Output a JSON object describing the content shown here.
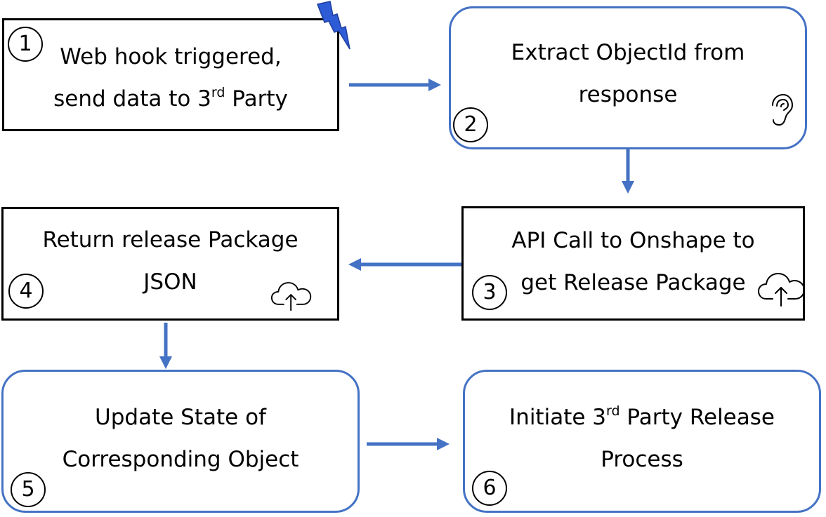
{
  "steps": [
    {
      "number": "1",
      "line1": "Web hook triggered,",
      "line2_pre": "send data to 3",
      "line2_sup": "rd",
      "line2_post": " Party"
    },
    {
      "number": "2",
      "line1": "Extract ObjectId from",
      "line2": "response"
    },
    {
      "number": "3",
      "line1": "API Call to Onshape to",
      "line2": "get Release Package"
    },
    {
      "number": "4",
      "line1": "Return release Package",
      "line2": "JSON"
    },
    {
      "number": "5",
      "line1": "Update State of",
      "line2": "Corresponding Object"
    },
    {
      "number": "6",
      "line1_pre": "Initiate 3",
      "line1_sup": "rd",
      "line1_post": " Party Release",
      "line2": "Process"
    }
  ],
  "icons": {
    "step1": "lightning-icon",
    "step2": "ear-icon",
    "step3": "cloud-upload-icon",
    "step4": "cloud-upload-icon"
  },
  "colors": {
    "arrow": "#4472C4",
    "rounded_border": "#4472C4",
    "square_border": "#000000",
    "lightning_fill": "#2E5BD6"
  }
}
